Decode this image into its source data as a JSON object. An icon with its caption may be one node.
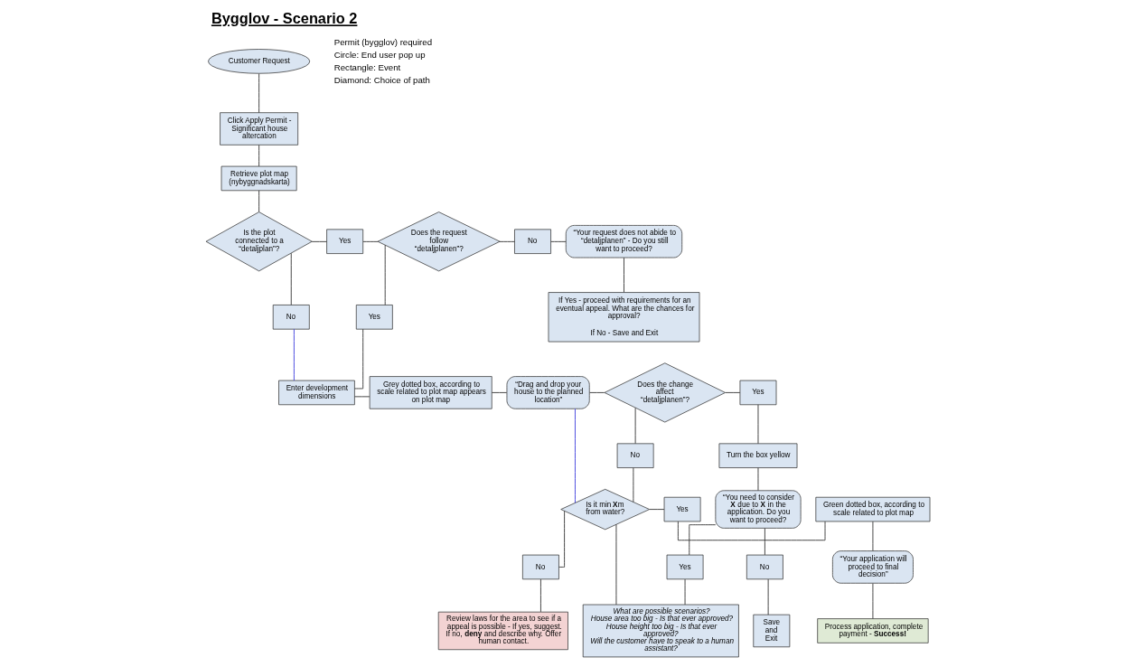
{
  "diagram": {
    "title": "Bygglov - Scenario 2",
    "nodes": [
      {
        "text": [
          "Customer Request"
        ]
      },
      {
        "text": [
          "Click Apply Permit - Significant house altercation"
        ]
      },
      {
        "text": [
          "Retrieve plot map (nybyggnadskarta)"
        ]
      },
      {
        "text": [
          "Is the plot connected to a “detaljplan”?"
        ]
      },
      {
        "text": [
          "Yes"
        ]
      },
      {
        "text": [
          "Does the request follow “detaljplanen”?"
        ]
      },
      {
        "text": [
          "No"
        ]
      },
      {
        "text": [
          "“Your request does not abide to “detaljplanen” - Do you still want to proceed?"
        ]
      },
      {
        "text": [
          "If Yes - proceed with requirements for an eventual appeal. What are the chances for approval?",
          "If No - Save and Exit"
        ]
      },
      {
        "text": [
          "Yes"
        ]
      },
      {
        "text": [
          "No"
        ]
      },
      {
        "text": [
          "Enter development dimensions"
        ]
      },
      {
        "text": [
          "Grey dotted box, according to scale related to plot map appears on plot map"
        ]
      },
      {
        "text": [
          "“Drag and drop your house to the planned location”"
        ]
      },
      {
        "text": [
          "Does the change affect “detaljplanen”?"
        ]
      },
      {
        "text": [
          "Yes"
        ]
      },
      {
        "text": [
          "Turn the box yellow"
        ]
      },
      {
        "text": [
          "No"
        ]
      },
      {
        "text": [
          "“You need to consider **X** due to **X** in the application. Do you want to proceed?"
        ]
      },
      {
        "text": [
          "Is it min **X**m from water?"
        ]
      },
      {
        "text": [
          "Yes"
        ]
      },
      {
        "text": [
          "Green dotted box, according to scale related to plot map"
        ]
      },
      {
        "text": [
          "“Your application will proceed to final decision”"
        ]
      },
      {
        "text": [
          "Process application, complete payment - **Success!**"
        ]
      },
      {
        "text": [
          "No"
        ]
      },
      {
        "text": [
          "Review laws for the area to see if a appeal is possible - If yes, suggest. If no, **deny** and describe why. Offer human contact."
        ]
      },
      {
        "text": [
          "Yes"
        ]
      },
      {
        "text": [
          "No"
        ]
      },
      {
        "text": [
          "What are possible scenarios?",
          "House area too big - Is that ever approved?",
          "House height too big - Is that ever approved?",
          "Will the customer have to speak to a human assistant?"
        ]
      },
      {
        "text": [
          "Save and Exit"
        ]
      }
    ],
    "edges": [
      {
        "from": 0,
        "to": 1,
        "arrow": "none"
      },
      {
        "from": 1,
        "to": 2,
        "arrow": "none"
      },
      {
        "from": 2,
        "to": 3,
        "arrow": "none"
      },
      {
        "from": 3,
        "to": 4,
        "arrow": "none"
      },
      {
        "from": 4,
        "to": 5,
        "arrow": "none"
      },
      {
        "from": 5,
        "to": 6,
        "arrow": "none"
      },
      {
        "from": 6,
        "to": 7,
        "arrow": "none"
      },
      {
        "from": 7,
        "to": 8,
        "arrow": "none"
      },
      {
        "from": 5,
        "to": 9,
        "arrow": "none"
      },
      {
        "from": 3,
        "to": 10,
        "arrow": "none"
      },
      {
        "from": 9,
        "to": 11,
        "arrow": "none"
      },
      {
        "from": 10,
        "to": 11,
        "arrow": "none",
        "color": "#3c3cdc"
      },
      {
        "from": 11,
        "to": 12,
        "arrow": "none"
      },
      {
        "from": 12,
        "to": 13,
        "arrow": "none"
      },
      {
        "from": 13,
        "to": 14,
        "arrow": "none"
      },
      {
        "from": 14,
        "to": 15,
        "arrow": "none"
      },
      {
        "from": 15,
        "to": 16,
        "arrow": "none"
      },
      {
        "from": 16,
        "to": 18,
        "arrow": "none"
      },
      {
        "from": 14,
        "to": 17,
        "arrow": "none"
      },
      {
        "from": 13,
        "to": 19,
        "arrow": "none",
        "color": "#3c3cdc"
      },
      {
        "from": 17,
        "to": 19,
        "arrow": "none"
      },
      {
        "from": 19,
        "to": 20,
        "arrow": "none"
      },
      {
        "from": 20,
        "to": 21,
        "arrow": "none"
      },
      {
        "from": 21,
        "to": 22,
        "arrow": "none"
      },
      {
        "from": 22,
        "to": 23,
        "arrow": "none"
      },
      {
        "from": 19,
        "to": 24,
        "arrow": "none"
      },
      {
        "from": 24,
        "to": 25,
        "arrow": "none"
      },
      {
        "from": 19,
        "to": 28,
        "arrow": "none"
      },
      {
        "from": 18,
        "to": 26,
        "arrow": "none"
      },
      {
        "from": 18,
        "to": 27,
        "arrow": "none"
      },
      {
        "from": 26,
        "to": 28,
        "arrow": "none"
      },
      {
        "from": 27,
        "to": 29,
        "arrow": "none"
      }
    ],
    "labels": [
      "Permit (bygglov) required",
      "Circle: End user pop up",
      "Rectangle: Event",
      "Diamond: Choice of path"
    ]
  }
}
